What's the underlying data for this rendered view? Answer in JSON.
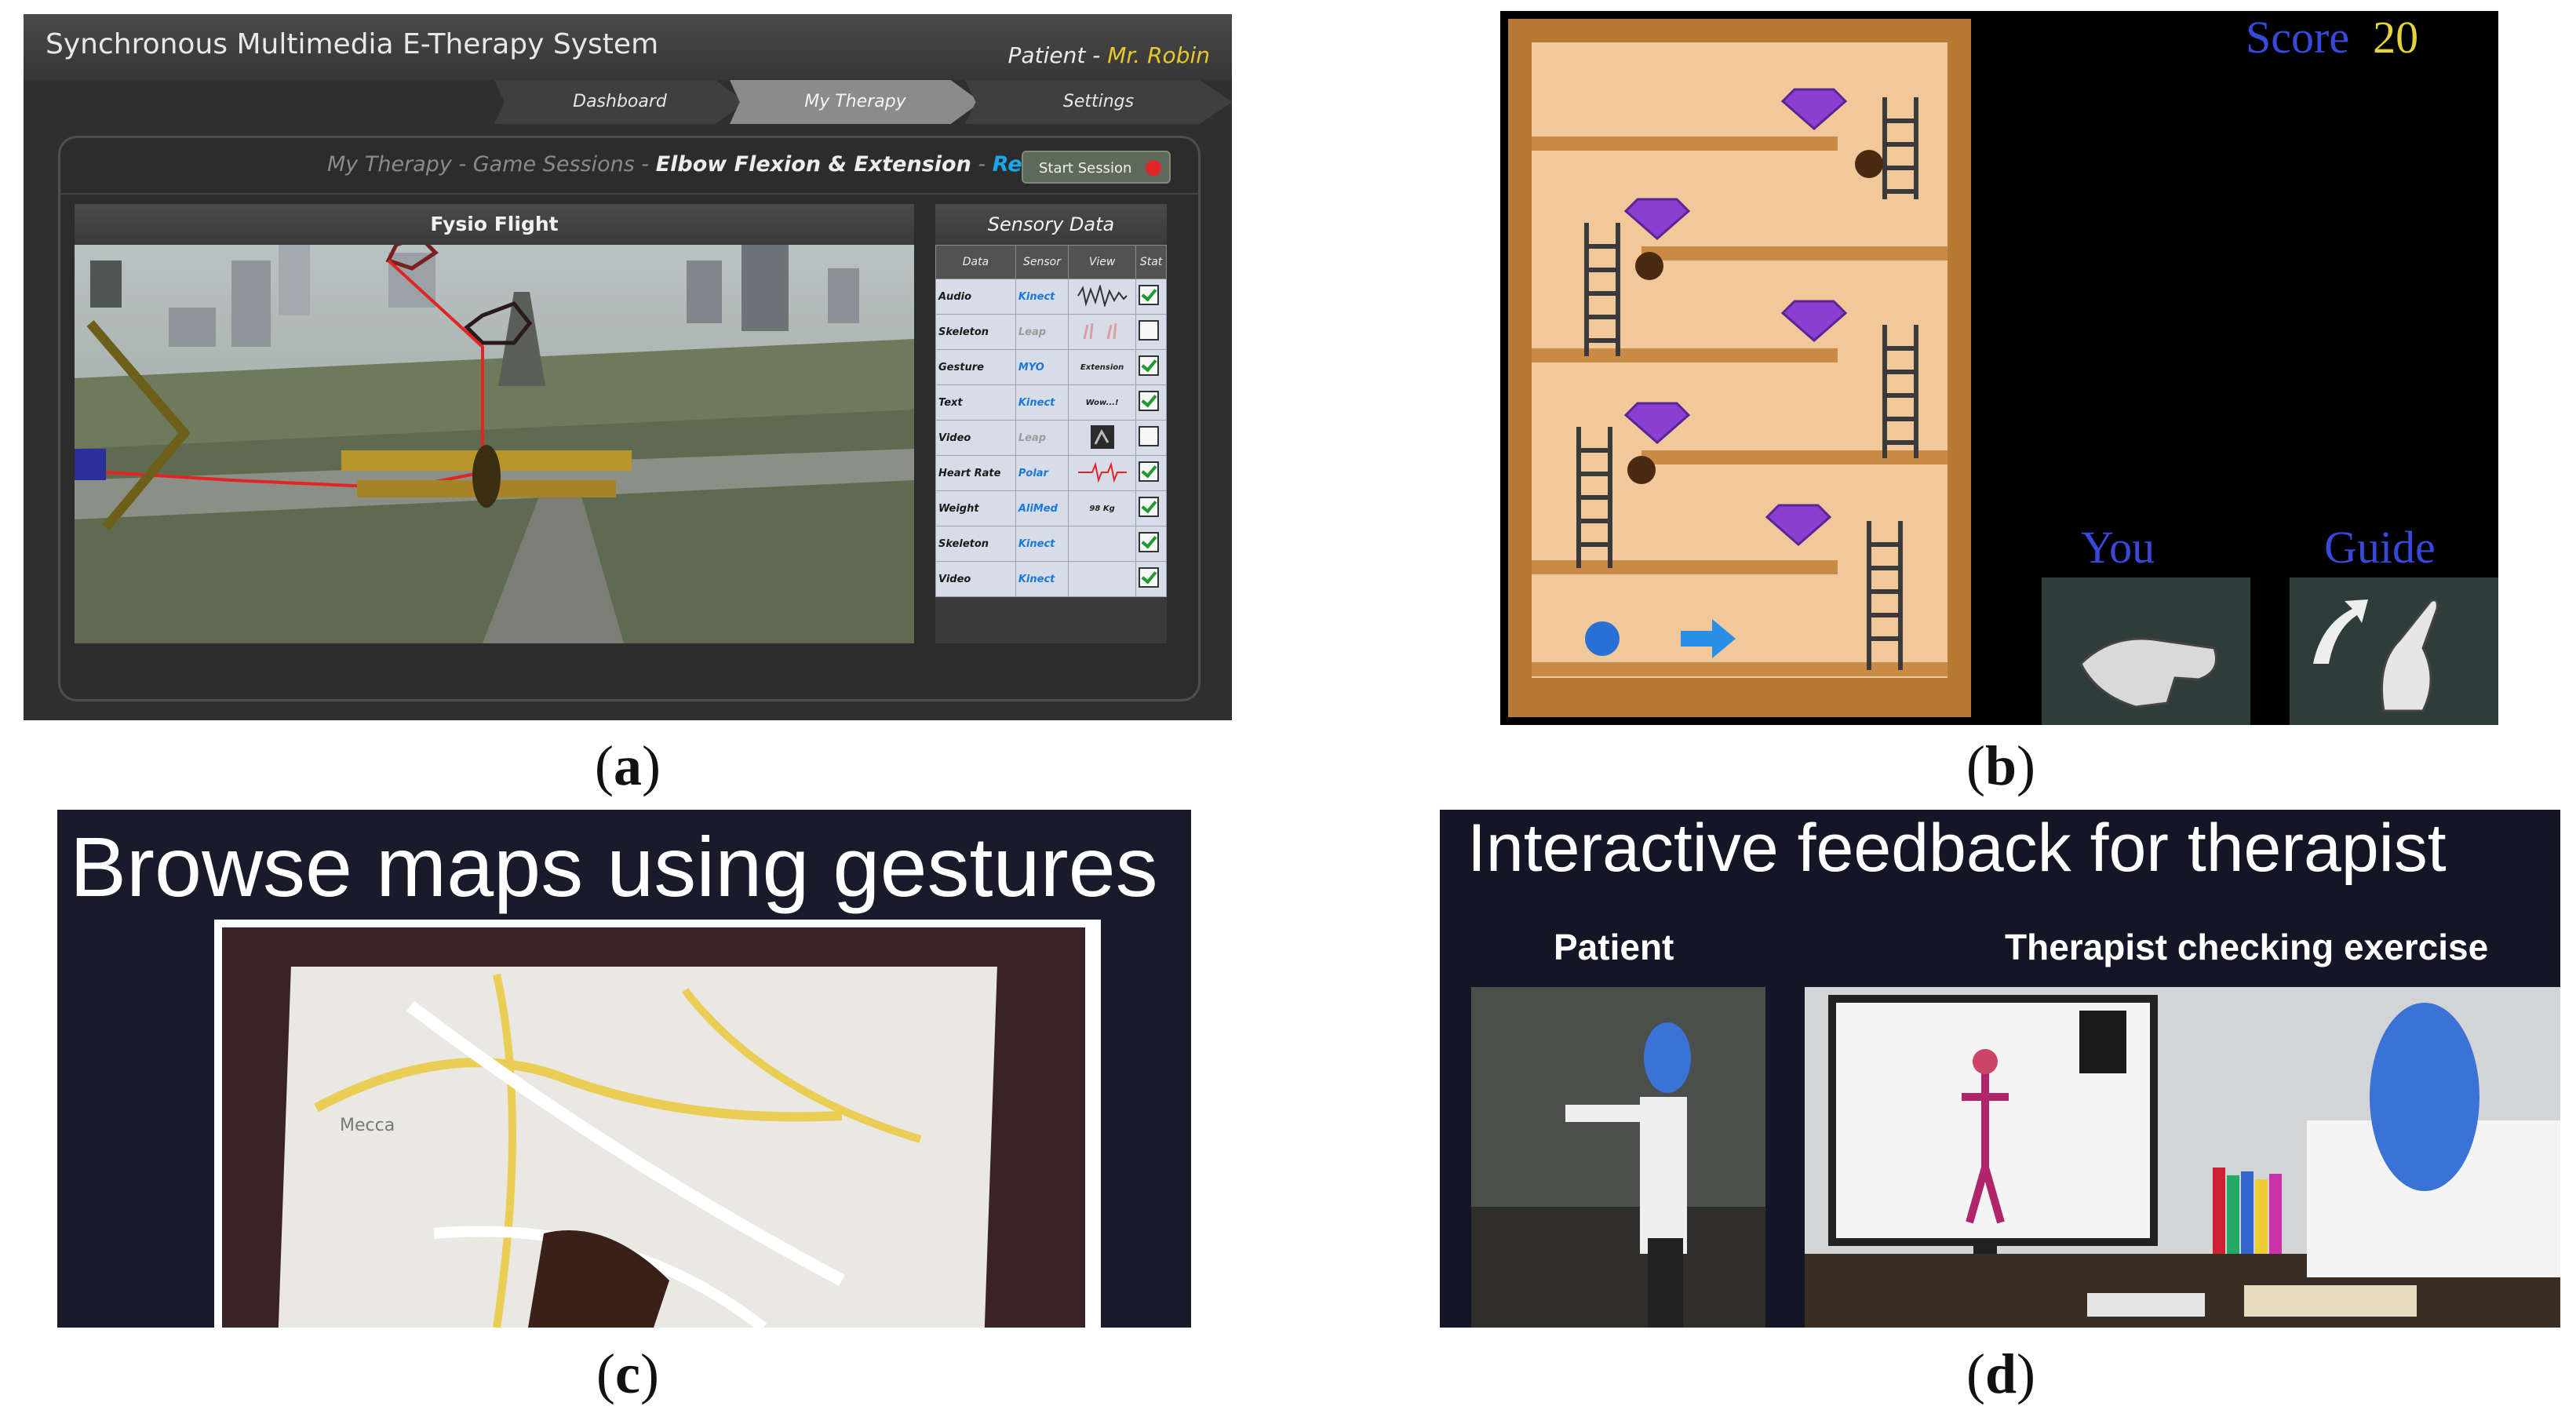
{
  "panel_a": {
    "app_title": "Synchronous Multimedia E-Therapy System",
    "patient_label": "Patient - ",
    "patient_name": "Mr. Robin",
    "nav_tabs": [
      "Dashboard",
      "My Therapy",
      "Settings"
    ],
    "breadcrumb": {
      "part1": "My Therapy - Game Sessions - ",
      "current": "Elbow Flexion & Extension",
      "sep": " - ",
      "mode": "Recorder"
    },
    "start_button": "Start Session",
    "game_title": "Fysio Flight",
    "sensory_title": "Sensory Data",
    "table_headers": [
      "Data",
      "Sensor",
      "View",
      "Stat"
    ],
    "rows": [
      {
        "data": "Audio",
        "sensor": "Kinect",
        "view": "",
        "checked": true
      },
      {
        "data": "Skeleton",
        "sensor": "Leap",
        "view": "",
        "checked": false
      },
      {
        "data": "Gesture",
        "sensor": "MYO",
        "view": "Extension",
        "checked": true
      },
      {
        "data": "Text",
        "sensor": "Kinect",
        "view": "Wow...!",
        "checked": true
      },
      {
        "data": "Video",
        "sensor": "Leap",
        "view": "",
        "checked": false
      },
      {
        "data": "Heart Rate",
        "sensor": "Polar",
        "view": "",
        "checked": true
      },
      {
        "data": "Weight",
        "sensor": "AliMed",
        "view": "98 Kg",
        "checked": true
      },
      {
        "data": "Skeleton",
        "sensor": "Kinect",
        "view": "",
        "checked": true
      },
      {
        "data": "Video",
        "sensor": "Kinect",
        "view": "",
        "checked": true
      }
    ]
  },
  "panel_b": {
    "score_label": "Score",
    "score_value": "20",
    "you_label": "You",
    "guide_label": "Guide"
  },
  "panel_c": {
    "heading": "Browse maps using gestures",
    "map_labels": [
      "Mecca"
    ]
  },
  "panel_d": {
    "heading": "Interactive feedback for therapist",
    "patient_label": "Patient",
    "therapist_label": "Therapist checking exercise"
  },
  "captions": {
    "a": "a",
    "b": "b",
    "c": "c",
    "d": "d"
  },
  "colors": {
    "recorder_blue": "#1aa7e8",
    "patient_yellow": "#e7c92c",
    "score_blue": "#3848d8",
    "score_yellow": "#e2d43a"
  }
}
